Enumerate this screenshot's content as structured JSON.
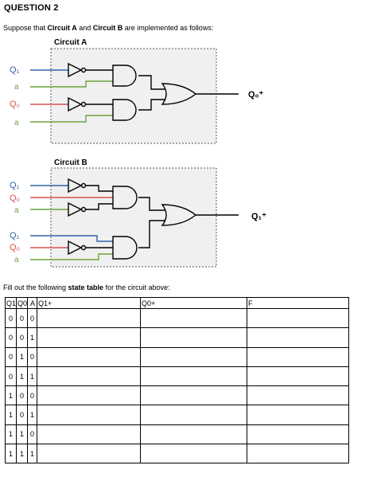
{
  "question": {
    "title": "QUESTION 2"
  },
  "intro": {
    "pre": "Suppose that ",
    "a": "Circuit A",
    "mid": " and ",
    "b": "Circuit B",
    "post": " are implemented as follows:"
  },
  "circuit_a": {
    "title": "Circuit A",
    "inputs": [
      {
        "label": "Q₁",
        "color": "#2e63a8"
      },
      {
        "label": "a",
        "color": "#6aa33e"
      },
      {
        "label": "Q₀",
        "color": "#d9534f"
      },
      {
        "label": "a",
        "color": "#6aa33e"
      }
    ],
    "output": "Q₀⁺"
  },
  "circuit_b": {
    "title": "Circuit B",
    "inputs": [
      {
        "label": "Q₁",
        "color": "#2e63a8"
      },
      {
        "label": "Q₀",
        "color": "#d9534f"
      },
      {
        "label": "a",
        "color": "#6aa33e"
      },
      {
        "label": "Q₁",
        "color": "#2e63a8"
      },
      {
        "label": "Q₀",
        "color": "#d9534f"
      },
      {
        "label": "a",
        "color": "#6aa33e"
      }
    ],
    "output": "Q₁⁺"
  },
  "instruction": {
    "pre": "Fill out the following ",
    "bold": "state table",
    "post": " for the circuit above:"
  },
  "state_table": {
    "headers": [
      "Q1",
      "Q0",
      "A",
      "Q1+",
      "Q0+",
      "F"
    ],
    "rows": [
      [
        "0",
        "0",
        "0"
      ],
      [
        "0",
        "0",
        "1"
      ],
      [
        "0",
        "1",
        "0"
      ],
      [
        "0",
        "1",
        "1"
      ],
      [
        "1",
        "0",
        "0"
      ],
      [
        "1",
        "0",
        "1"
      ],
      [
        "1",
        "1",
        "0"
      ],
      [
        "1",
        "1",
        "1"
      ]
    ]
  }
}
